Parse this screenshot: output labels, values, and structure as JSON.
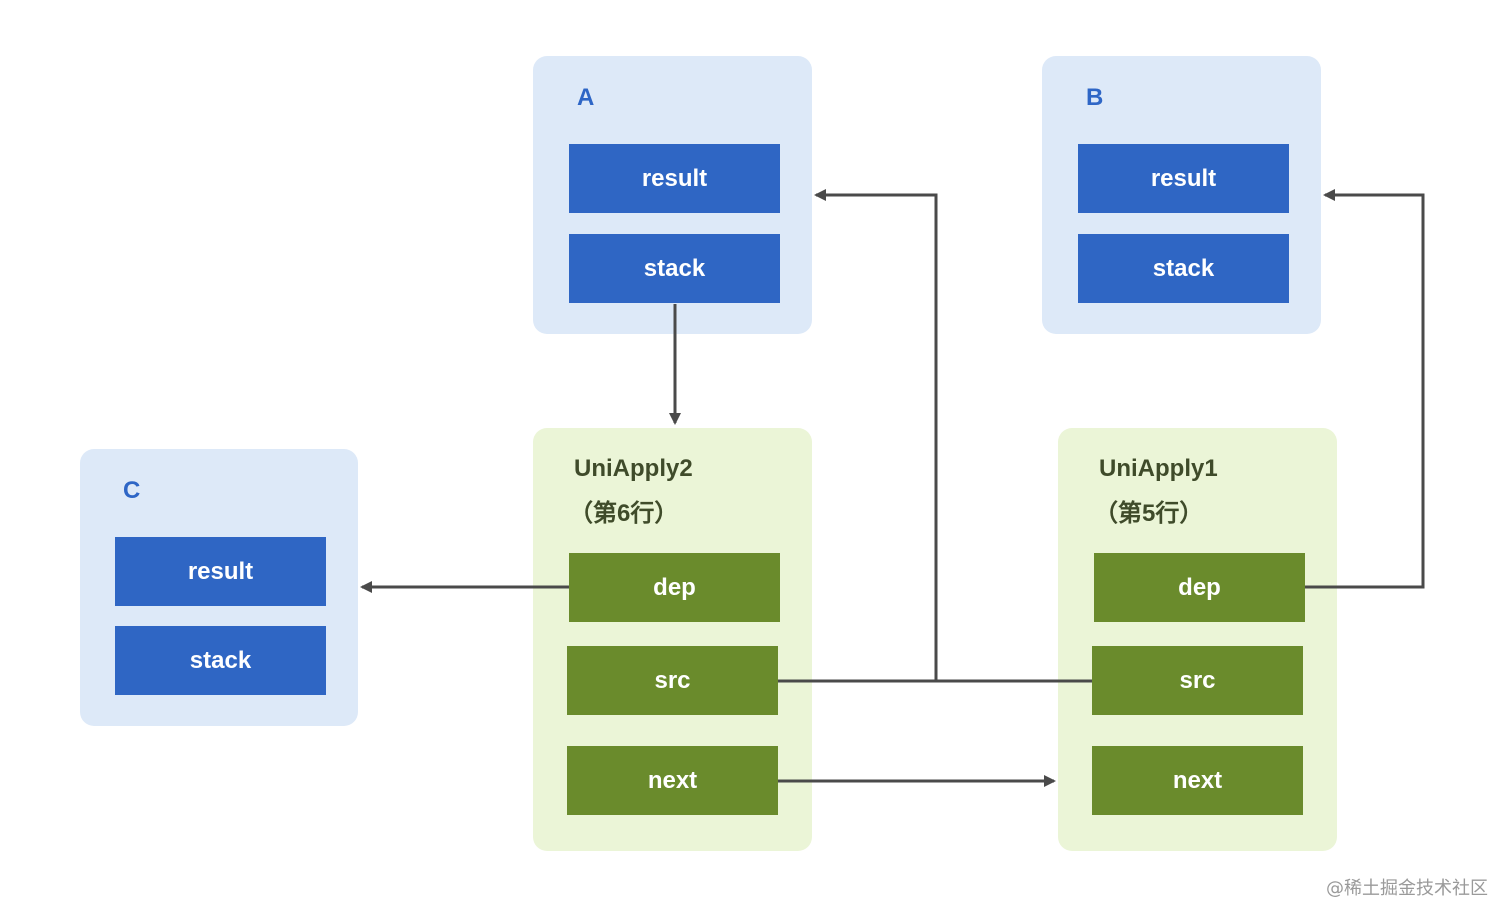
{
  "nodes": {
    "A": {
      "title": "A",
      "result_label": "result",
      "stack_label": "stack"
    },
    "B": {
      "title": "B",
      "result_label": "result",
      "stack_label": "stack"
    },
    "C": {
      "title": "C",
      "result_label": "result",
      "stack_label": "stack"
    },
    "UniApply2": {
      "title": "UniApply2",
      "subtitle": "（第6行）",
      "dep_label": "dep",
      "src_label": "src",
      "next_label": "next"
    },
    "UniApply1": {
      "title": "UniApply1",
      "subtitle": "（第5行）",
      "dep_label": "dep",
      "src_label": "src",
      "next_label": "next"
    }
  },
  "edges": [
    {
      "from": "A.stack",
      "to": "UniApply2"
    },
    {
      "from": "UniApply2.dep",
      "to": "C"
    },
    {
      "from": "UniApply2.src",
      "to": "A.result"
    },
    {
      "from": "UniApply1.src",
      "to": "A.result"
    },
    {
      "from": "UniApply1.dep",
      "to": "B.result"
    },
    {
      "from": "UniApply2.next",
      "to": "UniApply1"
    }
  ],
  "colors": {
    "blue_panel": "#dde9f8",
    "green_panel": "#ebf5d7",
    "blue_field": "#2f66c4",
    "green_field": "#6a8b2c",
    "arrow": "#4a4a4a"
  },
  "watermark": "@稀土掘金技术社区"
}
